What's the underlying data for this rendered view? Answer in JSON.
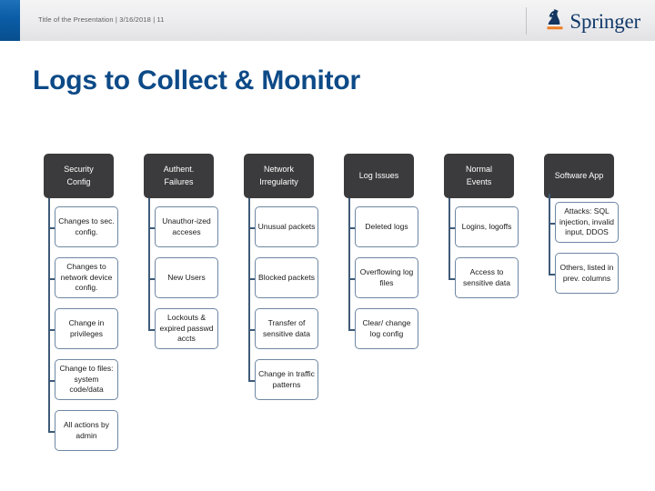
{
  "header": {
    "meta": "Title of the Presentation | 3/16/2018 | 11",
    "logo_text": "Springer",
    "logo_icon": "springer-knight-icon",
    "accent_blue": "#0a5ca6",
    "logo_orange": "#ef7d22"
  },
  "slide": {
    "title": "Logs to Collect & Monitor",
    "title_color": "#0d4a87"
  },
  "diagram": {
    "header_fill": "#3b3b3d",
    "node_border": "#6e87a3",
    "connector_color": "#3e5a78",
    "columns": [
      {
        "header": "Security Config",
        "header_line1": "Security",
        "header_line2": "Config",
        "items": [
          "Changes to sec. config.",
          "Changes to network device config.",
          "Change in privileges",
          "Change to files: system code/data",
          "All actions by admin"
        ]
      },
      {
        "header": "Authent. Failures",
        "header_line1": "Authent.",
        "header_line2": "Failures",
        "items": [
          "Unauthor-ized acceses",
          "New Users",
          "Lockouts & expired passwd accts"
        ]
      },
      {
        "header": "Network Irregularity",
        "header_line1": "Network",
        "header_line2": "Irregularity",
        "items": [
          "Unusual packets",
          "Blocked packets",
          "Transfer of sensitive data",
          "Change in traffic patterns"
        ]
      },
      {
        "header": "Log Issues",
        "header_line1": "Log Issues",
        "header_line2": "",
        "items": [
          "Deleted logs",
          "Overflowing log files",
          "Clear/ change log config"
        ]
      },
      {
        "header": "Normal Events",
        "header_line1": "Normal",
        "header_line2": "Events",
        "items": [
          "Logins, logoffs",
          "Access to sensitive data"
        ]
      },
      {
        "header": "Software App",
        "header_line1": "Software App",
        "header_line2": "",
        "items": [
          "Attacks: SQL injection, invalid input, DDOS",
          "Others, listed in prev. columns"
        ]
      }
    ]
  }
}
